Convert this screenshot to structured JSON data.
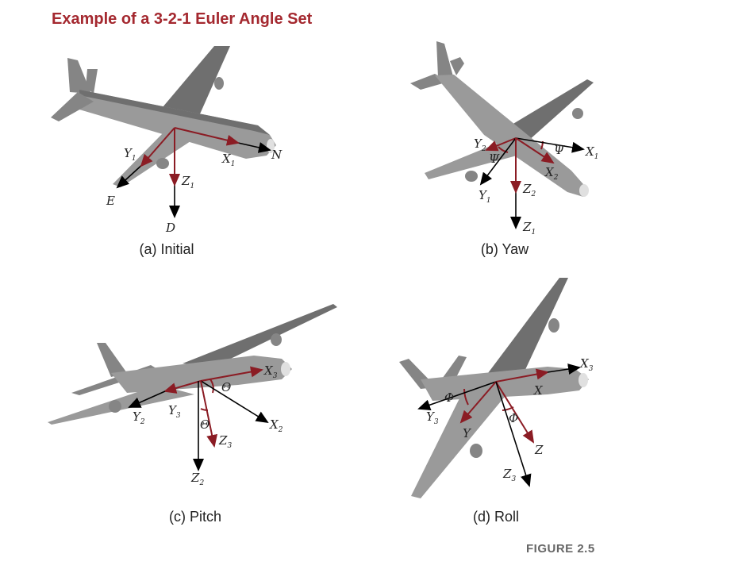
{
  "title": "Example of a 3-2-1 Euler Angle Set",
  "figure_label": "FIGURE 2.5",
  "colors": {
    "title": "#a4282f",
    "body_axes": "#8b1c24",
    "ref_axes": "#000000",
    "aircraft": "#9a9a9a"
  },
  "panels": [
    {
      "caption": "(a) Initial",
      "labels": {
        "n": "N",
        "e": "E",
        "d": "D",
        "x1": "X",
        "x1s": "1",
        "y1": "Y",
        "y1s": "1",
        "z1": "Z",
        "z1s": "1"
      }
    },
    {
      "caption": "(b) Yaw",
      "labels": {
        "x1": "X",
        "x1s": "1",
        "y1": "Y",
        "y1s": "1",
        "z1": "Z",
        "z1s": "1",
        "x2": "X",
        "x2s": "2",
        "y2": "Y",
        "y2s": "2",
        "z2": "Z",
        "z2s": "2",
        "angle": "Ψ"
      }
    },
    {
      "caption": "(c) Pitch",
      "labels": {
        "x2": "X",
        "x2s": "2",
        "y2": "Y",
        "y2s": "2",
        "z2": "Z",
        "z2s": "2",
        "x3": "X",
        "x3s": "3",
        "y3": "Y",
        "y3s": "3",
        "z3": "Z",
        "z3s": "3",
        "angle": "Θ"
      }
    },
    {
      "caption": "(d) Roll",
      "labels": {
        "x3": "X",
        "x3s": "3",
        "y3": "Y",
        "y3s": "3",
        "z3": "Z",
        "z3s": "3",
        "x": "X",
        "y": "Y",
        "z": "Z",
        "angle": "Φ"
      }
    }
  ]
}
